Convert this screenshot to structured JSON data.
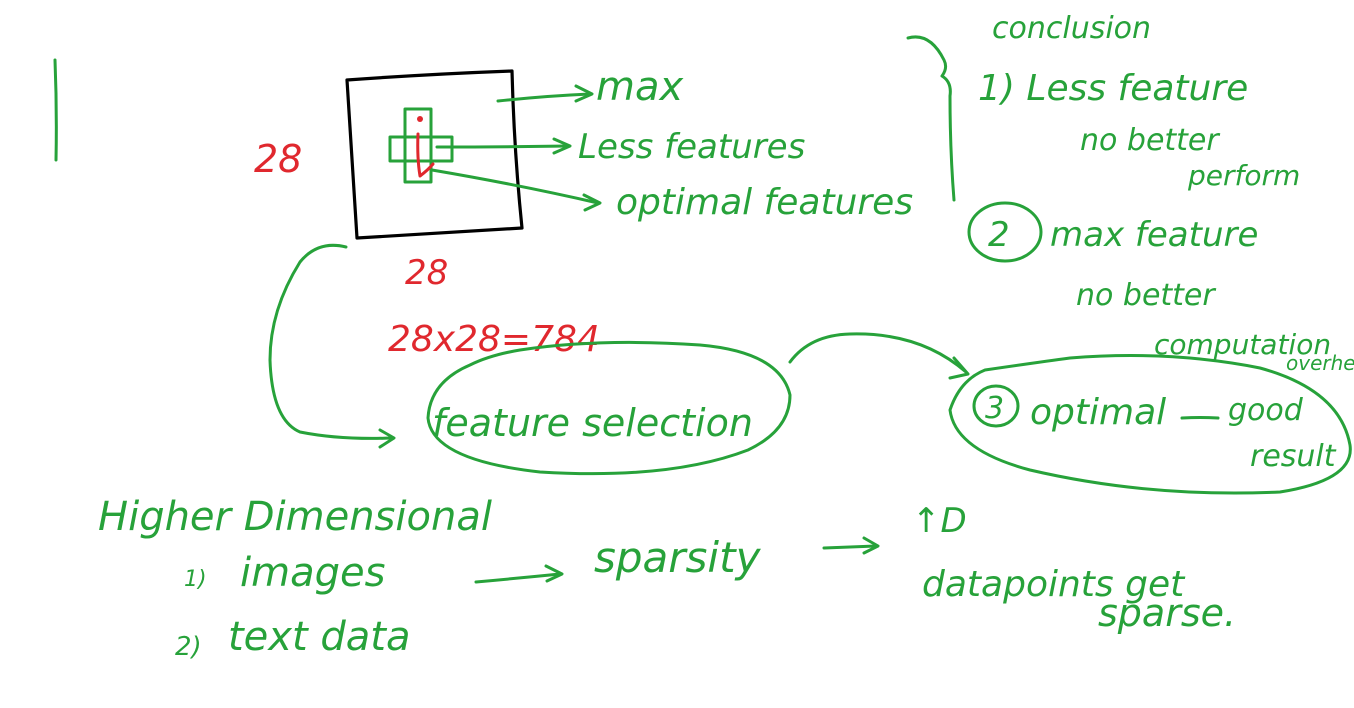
{
  "colors": {
    "ink_green": "#27a23a",
    "ink_red": "#e0282e",
    "ink_black": "#000000",
    "background": "#ffffff"
  },
  "image_box": {
    "width_label": "28",
    "height_label": "28",
    "product_label": "28x28=784"
  },
  "arrows": {
    "max": "max",
    "less": "Less features",
    "optimal": "optimal features"
  },
  "conclusion": {
    "heading": "conclusion",
    "item1_line1": "1) Less feature",
    "item1_line2": "no better",
    "item1_line3": "perform",
    "item2_num": "2",
    "item2_line1": "max feature",
    "item2_line2": "no better",
    "item2_line3": "computation",
    "item2_line4": "overhead",
    "item3_num": "3",
    "item3_text": "optimal",
    "item3_result_1": "good",
    "item3_result_2": "result"
  },
  "feature_selection": "feature selection",
  "higher_dim": {
    "heading": "Higher Dimensional",
    "item1_num": "1)",
    "item1_text": "images",
    "item2_num": "2)",
    "item2_text": "text data",
    "sparsity": "sparsity",
    "result_arrow": "↑D",
    "result_1": "datapoints get",
    "result_2": "sparse."
  }
}
